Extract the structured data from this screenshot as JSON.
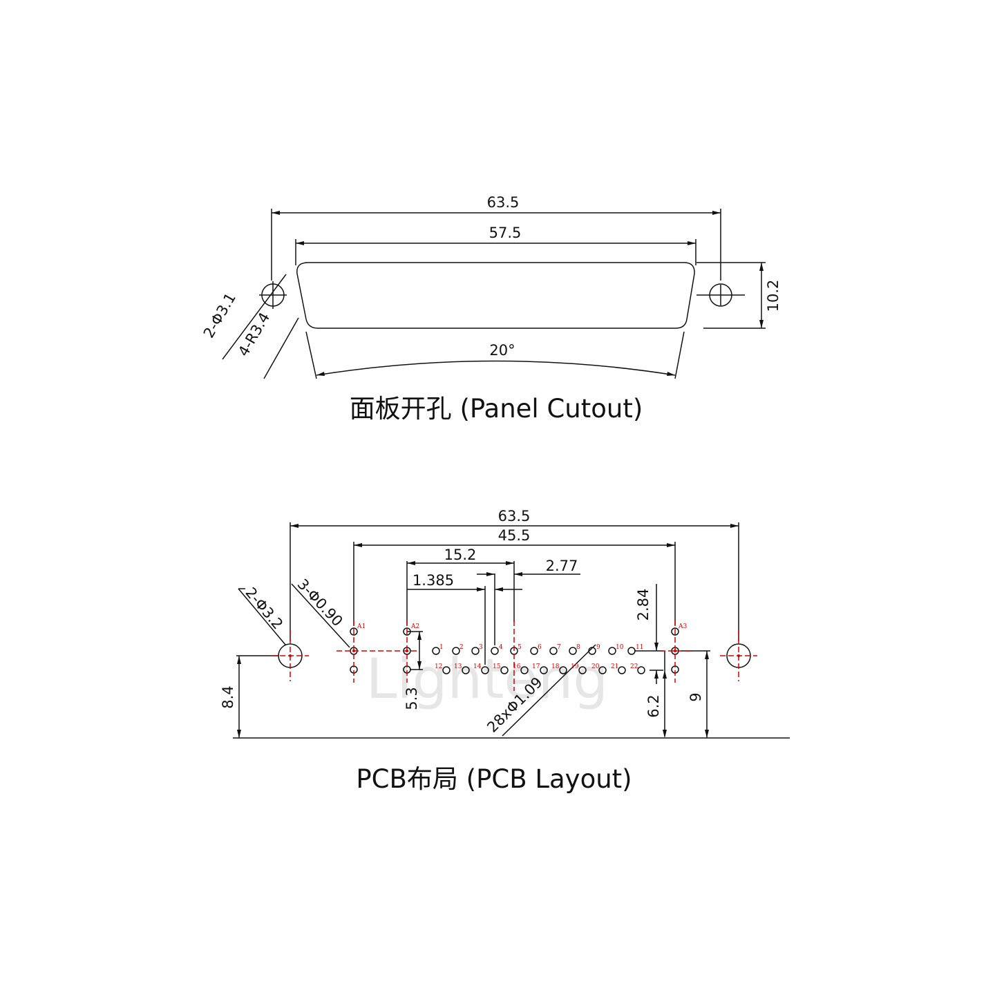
{
  "panel": {
    "title": "面板开孔 (Panel Cutout)",
    "dim_overall": "63.5",
    "dim_body": "57.5",
    "dim_height": "10.2",
    "dim_angle": "20°",
    "label_holes": "2-Φ3.1",
    "label_radius": "4-R3.4"
  },
  "pcb": {
    "title": "PCB布局 (PCB Layout)",
    "dim_overall": "63.5",
    "dim_span": "45.5",
    "dim_15_2": "15.2",
    "dim_2_77": "2.77",
    "dim_1_385": "1.385",
    "dim_2_84": "2.84",
    "dim_8_4": "8.4",
    "dim_5_3": "5.3",
    "dim_6_2": "6.2",
    "dim_9": "9",
    "label_mount": "2-Φ3.2",
    "label_coax": "3-Φ0.90",
    "label_pins": "28xΦ1.09",
    "watermark": "Lighteng",
    "coax_labels": [
      "A1",
      "A2",
      "A3"
    ],
    "top_row_labels": [
      "1",
      "2",
      "3",
      "4",
      "5",
      "6",
      "7",
      "8",
      "9",
      "10",
      "11"
    ],
    "bottom_row_labels": [
      "12",
      "13",
      "14",
      "15",
      "16",
      "17",
      "18",
      "19",
      "20",
      "21",
      "22"
    ]
  },
  "colors": {
    "line": "#111111",
    "center_mark": "#d40000",
    "watermark": "#e6e6e6"
  }
}
